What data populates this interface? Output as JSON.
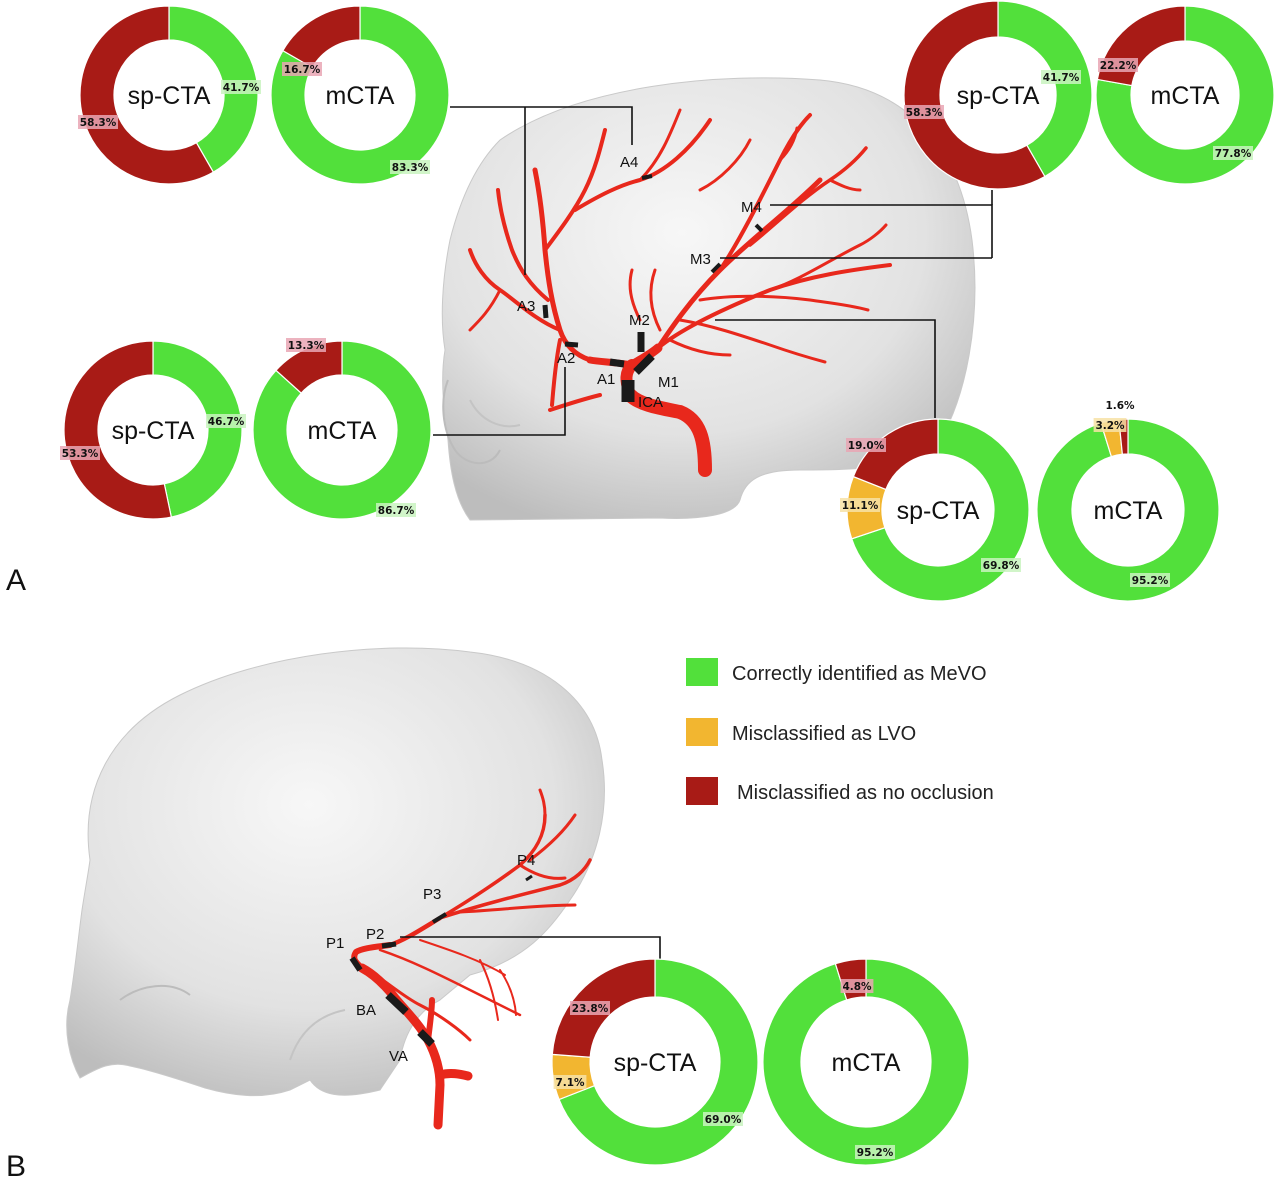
{
  "panels": {
    "a": "A",
    "b": "B"
  },
  "colors": {
    "correct": "#52e03b",
    "lvo": "#f2b630",
    "none": "#a81b16",
    "vessel": "#e8281c",
    "occlusion": "#1a1a1a",
    "skull": "#e6e6e6",
    "leader": "#111111"
  },
  "segment_labels": {
    "a4": "A4",
    "a3": "A3",
    "a2": "A2",
    "a1": "A1",
    "ica": "ICA",
    "m1": "M1",
    "m2": "M2",
    "m3": "M3",
    "m4": "M4",
    "p1": "P1",
    "p2": "P2",
    "p3": "P3",
    "p4": "P4",
    "ba": "BA",
    "va": "VA"
  },
  "legend": [
    {
      "label": "Correctly identified as MeVO",
      "color": "#52e03b"
    },
    {
      "label": "Misclassified as LVO",
      "color": "#f2b630"
    },
    {
      "label": "Misclassified as no occlusion",
      "color": "#a81b16"
    }
  ],
  "chart_data": [
    {
      "type": "pie",
      "segment": "A4",
      "center_label": "sp-CTA",
      "slices": [
        {
          "category": "correct",
          "value": 41.7,
          "label": "41.7%"
        },
        {
          "category": "none",
          "value": 58.3,
          "label": "58.3%"
        }
      ]
    },
    {
      "type": "pie",
      "segment": "A4",
      "center_label": "mCTA",
      "slices": [
        {
          "category": "correct",
          "value": 83.3,
          "label": "83.3%"
        },
        {
          "category": "none",
          "value": 16.7,
          "label": "16.7%"
        }
      ]
    },
    {
      "type": "pie",
      "segment": "M4",
      "center_label": "sp-CTA",
      "slices": [
        {
          "category": "correct",
          "value": 41.7,
          "label": "41.7%"
        },
        {
          "category": "none",
          "value": 58.3,
          "label": "58.3%"
        }
      ]
    },
    {
      "type": "pie",
      "segment": "M4",
      "center_label": "mCTA",
      "slices": [
        {
          "category": "correct",
          "value": 77.8,
          "label": "77.8%"
        },
        {
          "category": "none",
          "value": 22.2,
          "label": "22.2%"
        }
      ]
    },
    {
      "type": "pie",
      "segment": "A3",
      "center_label": "sp-CTA",
      "slices": [
        {
          "category": "correct",
          "value": 46.7,
          "label": "46.7%"
        },
        {
          "category": "none",
          "value": 53.3,
          "label": "53.3%"
        }
      ]
    },
    {
      "type": "pie",
      "segment": "A3",
      "center_label": "mCTA",
      "slices": [
        {
          "category": "correct",
          "value": 86.7,
          "label": "86.7%"
        },
        {
          "category": "none",
          "value": 13.3,
          "label": "13.3%"
        }
      ]
    },
    {
      "type": "pie",
      "segment": "M2",
      "center_label": "sp-CTA",
      "slices": [
        {
          "category": "correct",
          "value": 69.8,
          "label": "69.8%"
        },
        {
          "category": "lvo",
          "value": 11.1,
          "label": "11.1%"
        },
        {
          "category": "none",
          "value": 19.0,
          "label": "19.0%"
        }
      ]
    },
    {
      "type": "pie",
      "segment": "M2",
      "center_label": "mCTA",
      "slices": [
        {
          "category": "correct",
          "value": 95.2,
          "label": "95.2%"
        },
        {
          "category": "lvo",
          "value": 3.2,
          "label": "3.2%"
        },
        {
          "category": "none",
          "value": 1.6,
          "label": "1.6%"
        }
      ]
    },
    {
      "type": "pie",
      "segment": "P2",
      "center_label": "sp-CTA",
      "slices": [
        {
          "category": "correct",
          "value": 69.0,
          "label": "69.0%"
        },
        {
          "category": "lvo",
          "value": 7.1,
          "label": "7.1%"
        },
        {
          "category": "none",
          "value": 23.8,
          "label": "23.8%"
        }
      ]
    },
    {
      "type": "pie",
      "segment": "P2",
      "center_label": "mCTA",
      "slices": [
        {
          "category": "correct",
          "value": 95.2,
          "label": "95.2%"
        },
        {
          "category": "none",
          "value": 4.8,
          "label": "4.8%"
        }
      ]
    }
  ]
}
